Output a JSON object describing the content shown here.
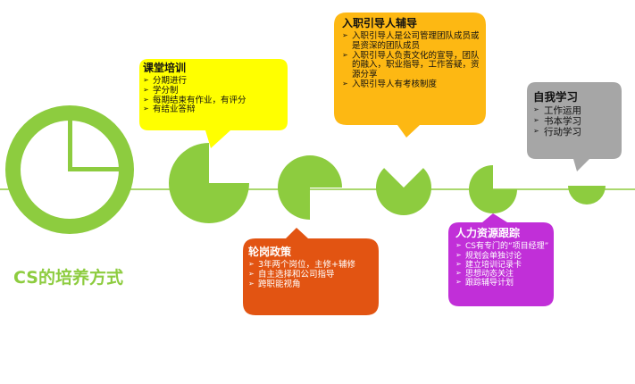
{
  "diagram": {
    "title": "CS的培养方式",
    "colors": {
      "accent_green": "#8dcc3f",
      "yellow": "#ffff00",
      "orange": "#fdb813",
      "red_orange": "#e25412",
      "purple": "#c12fd8",
      "gray": "#a6a6a6"
    },
    "stages": [
      {
        "fraction": 0.25
      },
      {
        "fraction": 0.25
      },
      {
        "fraction": 0.25
      },
      {
        "fraction": 0.25
      },
      {
        "fraction": 0.25
      },
      {
        "fraction": 0.5
      }
    ],
    "callouts": {
      "classroom": {
        "title": "课堂培训",
        "items": [
          "分期进行",
          "学分制",
          "每期结束有作业，有评分",
          "有结业答辩"
        ]
      },
      "mentor": {
        "title": "入职引导人辅导",
        "items": [
          "入职引导人是公司管理团队成员或是资深的团队成员",
          "入职引导人负责文化的宣导，团队的融入，职业指导，工作答疑，资源分享",
          "入职引导人有考核制度"
        ]
      },
      "rotation": {
        "title": "轮岗政策",
        "items": [
          "3年两个岗位，主修+辅修",
          "自主选择和公司指导",
          "跨职能视角"
        ]
      },
      "hr": {
        "title": "人力资源跟踪",
        "items": [
          "CS有专门的“项目经理”",
          "规划会单独讨论",
          "建立培训记录卡",
          "思想动态关注",
          "跟踪辅导计划"
        ]
      },
      "self_study": {
        "title": "自我学习",
        "items": [
          "工作运用",
          "书本学习",
          "行动学习"
        ]
      }
    }
  }
}
